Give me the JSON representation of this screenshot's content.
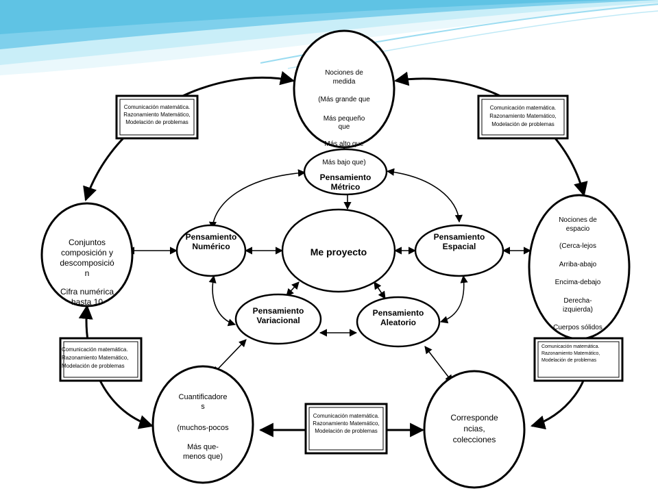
{
  "colors": {
    "accent_top": "#5fc3e4",
    "accent_light": "#c9eef8",
    "stroke": "#000000"
  },
  "center": {
    "label": "Me proyecto"
  },
  "inner": {
    "metrico": [
      "Pensamiento",
      "Métrico"
    ],
    "numerico": [
      "Pensamiento",
      "Numérico"
    ],
    "espacial": [
      "Pensamiento",
      "Espacial"
    ],
    "variacional": [
      "Pensamiento",
      "Variacional"
    ],
    "aleatorio": [
      "Pensamiento",
      "Aleatorio"
    ]
  },
  "outer": {
    "medida": [
      "Nociones de",
      "medida",
      "(Más grande que",
      "Más pequeño",
      "que",
      "Más alto que",
      "Más bajo que)"
    ],
    "espacio": [
      "Nociones de",
      "espacio",
      "(Cerca-lejos",
      "Arriba-abajo",
      "Encima-debajo",
      "Derecha-",
      "izquierda)",
      "Cuerpos sólidos"
    ],
    "conjuntos": [
      "Conjuntos",
      "composición y",
      "descomposició",
      "n",
      "Cifra numérica",
      "hasta 10"
    ],
    "cuantificadores": [
      "Cuantificadore",
      "s",
      "(muchos-pocos",
      "Más que-",
      "menos que)"
    ],
    "correspondencias": [
      "Corresponde",
      "ncias,",
      "colecciones"
    ]
  },
  "process_box": [
    "Comunicación matemática.",
    "Razonamiento Matemático,",
    "Modelación de problemas"
  ]
}
